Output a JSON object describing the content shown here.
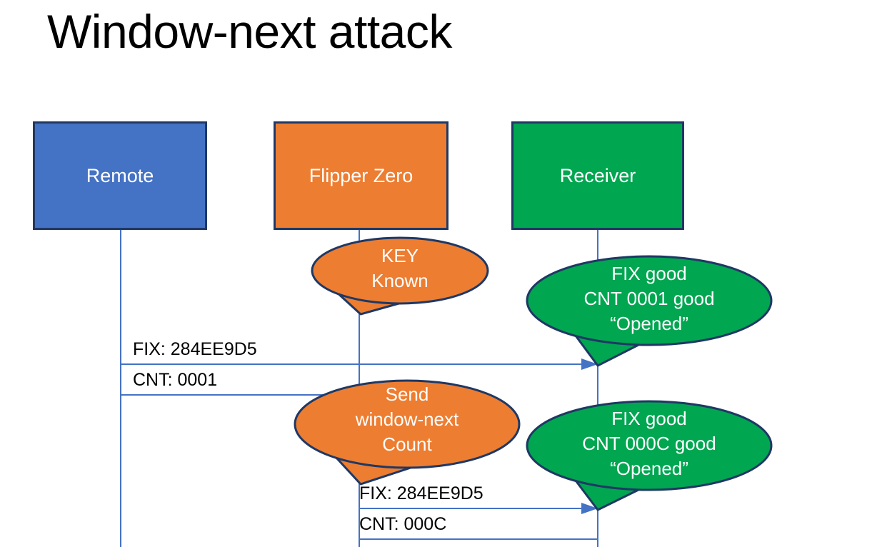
{
  "slide": {
    "title": "Window-next attack",
    "background": "#FFFFFF"
  },
  "colors": {
    "remote_blue": "#4472C4",
    "flipper_orange": "#ED7D31",
    "receiver_green": "#00A650",
    "outline_navy": "#1F3864",
    "lifeline_blue": "#4472C4",
    "label_black": "#000000",
    "callout_text": "#FFFFFF"
  },
  "actors": [
    {
      "id": "remote",
      "label": "Remote"
    },
    {
      "id": "flipper",
      "label": "Flipper Zero"
    },
    {
      "id": "receiver",
      "label": "Receiver"
    }
  ],
  "callouts": [
    {
      "id": "key-known",
      "owner": "flipper",
      "text": "KEY\nKnown"
    },
    {
      "id": "receiver-ok-1",
      "owner": "receiver",
      "text": "FIX good\nCNT 0001 good\n“Opened”"
    },
    {
      "id": "send-window",
      "owner": "flipper",
      "text": "Send\nwindow-next\nCount"
    },
    {
      "id": "receiver-ok-2",
      "owner": "receiver",
      "text": "FIX good\nCNT 000C good\n“Opened”"
    }
  ],
  "messages": [
    {
      "id": "msg-1",
      "from": "remote",
      "to": "receiver",
      "fix_label": "FIX: 284EE9D5",
      "cnt_label": "CNT: 0001"
    },
    {
      "id": "msg-2",
      "from": "flipper",
      "to": "receiver",
      "fix_label": "FIX: 284EE9D5",
      "cnt_label": "CNT: 000C"
    }
  ]
}
